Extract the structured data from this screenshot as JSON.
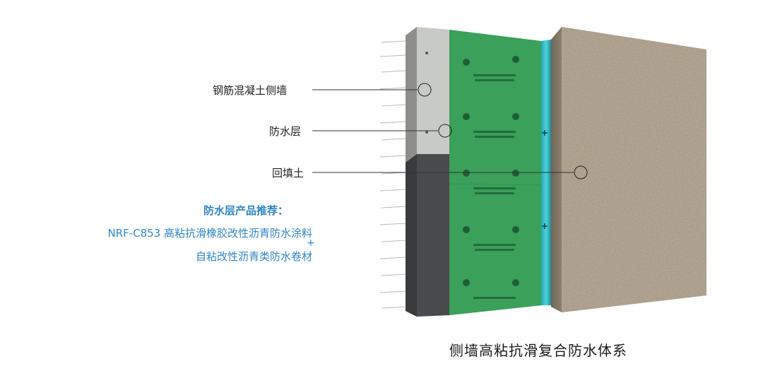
{
  "labels": {
    "rc_wall": "钢筋混凝土侧墙",
    "waterproof_layer": "防水层",
    "backfill": "回填土"
  },
  "recommendation": {
    "title": "防水层产品推荐：",
    "product_1": "NRF-C853 高粘抗滑橡胶改性沥青防水涂料",
    "plus": "+",
    "product_2": "自粘改性沥青类防水卷材"
  },
  "caption": "侧墙高粘抗滑复合防水体系",
  "colors": {
    "accent_blue": "#2f86c6",
    "membrane_green": "#3aa05a",
    "protect_cyan": "#33c3cc",
    "concrete_light": "#c9cbc7",
    "concrete_dark": "#4a4b4d",
    "soil": "#a99a84"
  }
}
